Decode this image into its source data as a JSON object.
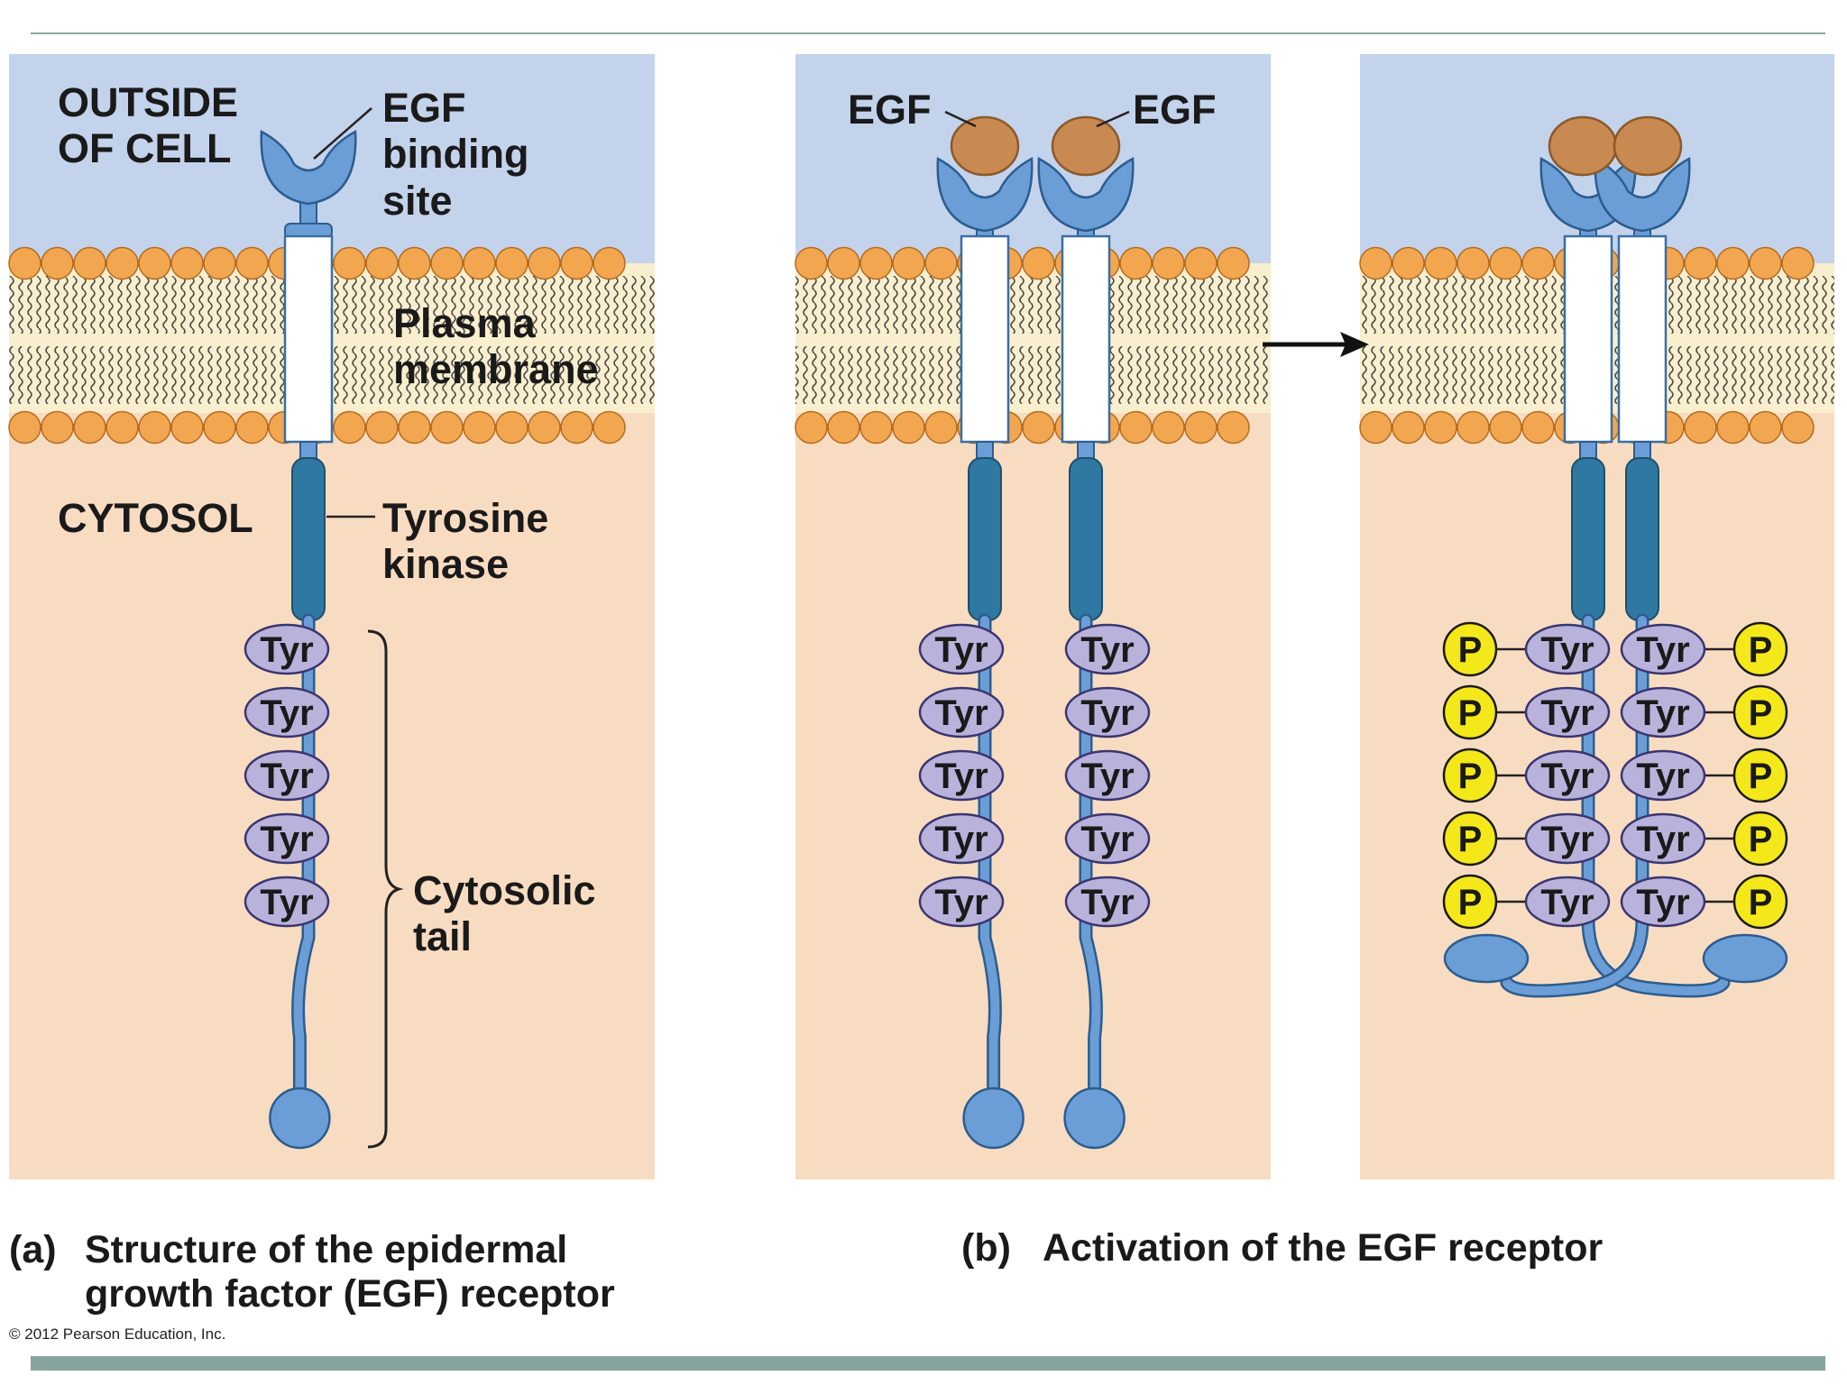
{
  "panel_a": {
    "outside_label": [
      "OUTSIDE",
      "OF CELL"
    ],
    "binding_site_label": [
      "EGF",
      "binding",
      "site"
    ],
    "membrane_label": [
      "Plasma",
      "membrane"
    ],
    "cytosol_label": "CYTOSOL",
    "kinase_label": [
      "Tyrosine",
      "kinase"
    ],
    "tail_label": [
      "Cytosolic",
      "tail"
    ],
    "residue_label": "Tyr",
    "caption_letter": "(a)",
    "caption": [
      "Structure of the epidermal",
      "growth factor (EGF) receptor"
    ]
  },
  "panel_b": {
    "egf_left": "EGF",
    "egf_right": "EGF",
    "residue_label": "Tyr",
    "phosphate_label": "P",
    "caption_letter": "(b)",
    "caption": "Activation of the EGF receptor"
  },
  "copyright": "© 2012 Pearson Education, Inc.",
  "colors": {
    "outside": "#c4d3ec",
    "cytosol": "#f8dcc1",
    "membrane_core": "#f9efce",
    "head": "#f2a650",
    "receptor": "#6b9ed6",
    "kinase": "#2f78a2",
    "tyr": "#b9b3dc",
    "phosphate": "#f4e81a",
    "egf": "#c98a52"
  }
}
